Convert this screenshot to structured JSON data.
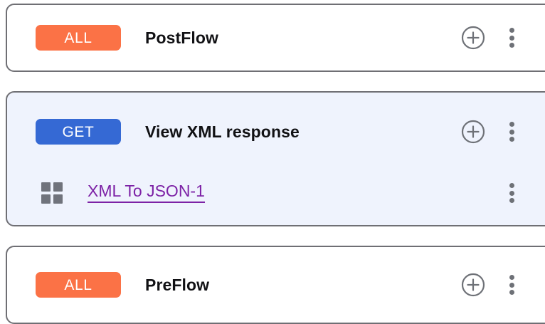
{
  "flows": [
    {
      "id": "postflow",
      "selected": false,
      "badge": {
        "label": "ALL",
        "color": "#fb7246"
      },
      "title": "PostFlow",
      "add_icon": "plus-circle-icon",
      "menu_icon": "kebab-menu-icon",
      "children": []
    },
    {
      "id": "view-xml-response",
      "selected": true,
      "badge": {
        "label": "GET",
        "color": "#3569d4"
      },
      "title": "View XML response",
      "add_icon": "plus-circle-icon",
      "menu_icon": "kebab-menu-icon",
      "children": [
        {
          "id": "xml-to-json-1",
          "icon": "policy-grid-icon",
          "label": "XML To JSON-1",
          "link_color": "#7d22a6",
          "menu_icon": "kebab-menu-icon"
        }
      ]
    },
    {
      "id": "preflow",
      "selected": false,
      "badge": {
        "label": "ALL",
        "color": "#fb7246"
      },
      "title": "PreFlow",
      "add_icon": "plus-circle-icon",
      "menu_icon": "kebab-menu-icon",
      "children": []
    }
  ],
  "theme": {
    "card_border": "#6f6f74",
    "card_background": "#ffffff",
    "selected_background": "#eff3fd",
    "title_color": "#111114",
    "icon_color": "#6e7177",
    "policy_icon_color": "#70737c"
  }
}
